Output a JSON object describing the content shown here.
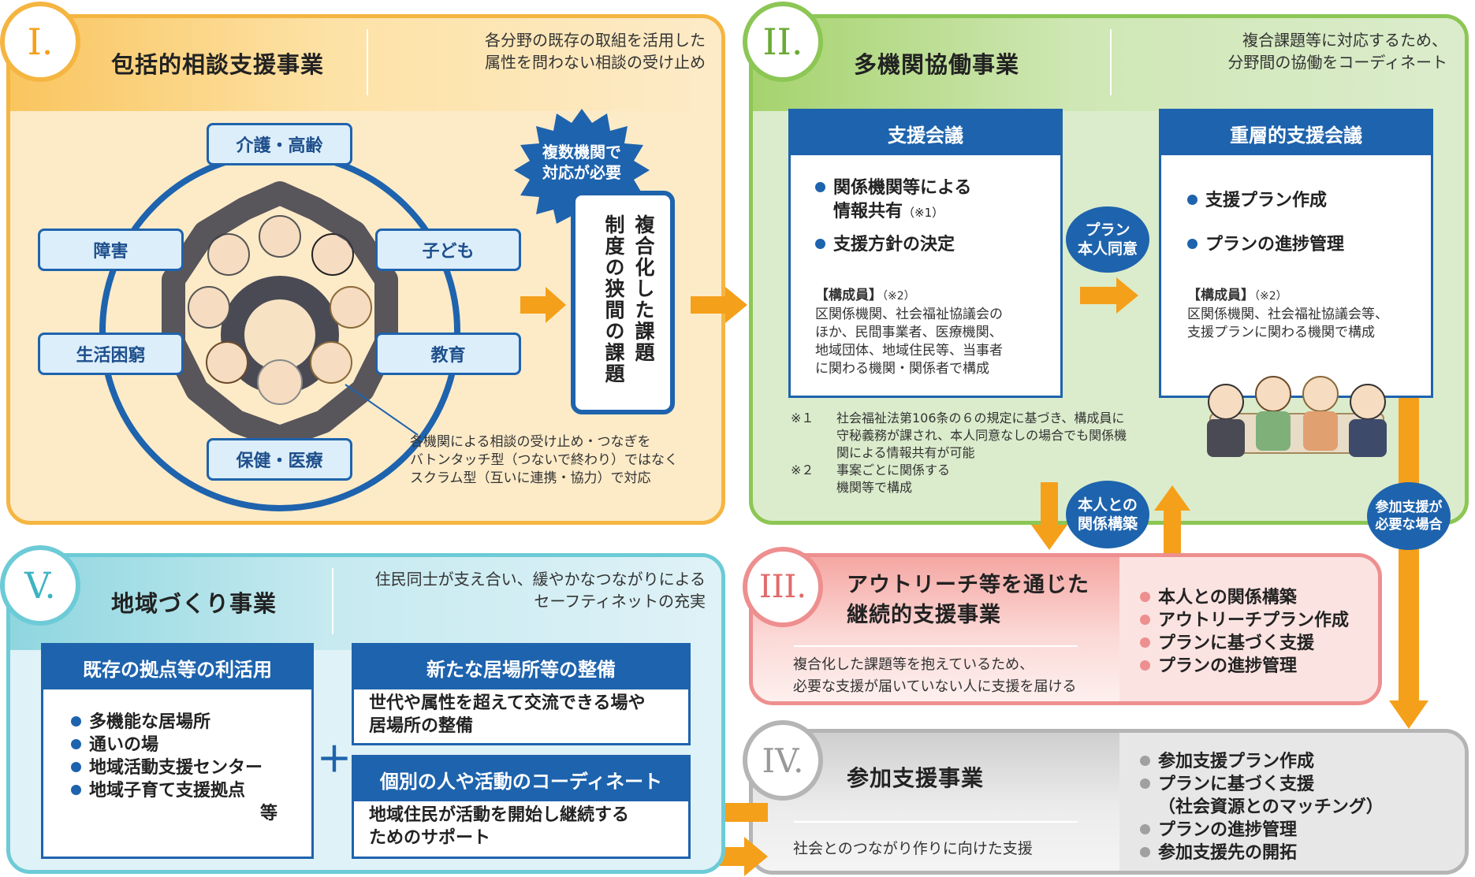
{
  "section1": {
    "num": "I.",
    "title": "包括的相談支援事業",
    "subtitle_line1": "各分野の既存の取組を活用した",
    "subtitle_line2": "属性を問わない相談の受け止め",
    "categories": [
      "介護・高齢",
      "子ども",
      "教育",
      "保健・医療",
      "生活困窮",
      "障害"
    ],
    "badge_line1": "複数機関で",
    "badge_line2": "対応が必要",
    "issue_col1": "複合化した課題",
    "issue_col2": "制度の狭間の課題",
    "note_line1": "各機関による相談の受け止め・つなぎを",
    "note_line2": "バトンタッチ型（つないで終わり）ではなく",
    "note_line3": "スクラム型（互いに連携・協力）で対応"
  },
  "section2": {
    "num": "II.",
    "title": "多機関協働事業",
    "subtitle_line1": "複合課題等に対応するため、",
    "subtitle_line2": "分野間の協働をコーディネート",
    "box1": {
      "header": "支援会議",
      "bullet1_line1": "関係機関等による",
      "bullet1_line2": "情報共有",
      "bullet1_note": "（※1）",
      "bullet2": "支援方針の決定",
      "members_label": "【構成員】",
      "members_note": "（※2）",
      "members_line1": "区関係機関、社会福祉協議会の",
      "members_line2": "ほか、民間事業者、医療機関、",
      "members_line3": "地域団体、地域住民等、当事者",
      "members_line4": "に関わる機関・関係者で構成"
    },
    "plan_circle_line1": "プラン",
    "plan_circle_line2": "本人同意",
    "box2": {
      "header": "重層的支援会議",
      "bullet1": "支援プラン作成",
      "bullet2": "プランの進捗管理",
      "members_label": "【構成員】",
      "members_note": "（※2）",
      "members_line1": "区関係機関、社会福祉協議会等、",
      "members_line2": "支援プランに関わる機関で構成"
    },
    "footnote1_mark": "※１",
    "footnote1_line1": "社会福祉法第106条の６の規定に基づき、構成員に",
    "footnote1_line2": "守秘義務が課され、本人同意なしの場合でも関係機",
    "footnote1_line3": "関による情報共有が可能",
    "footnote2_mark": "※２",
    "footnote2_line1": "事案ごとに関係する",
    "footnote2_line2": "機関等で構成"
  },
  "connector": {
    "relation_line1": "本人との",
    "relation_line2": "関係構築",
    "participation_line1": "参加支援が",
    "participation_line2": "必要な場合"
  },
  "section3": {
    "num": "III.",
    "title_line1": "アウトリーチ等を通じた",
    "title_line2": "継続的支援事業",
    "desc_line1": "複合化した課題等を抱えているため、",
    "desc_line2": "必要な支援が届いていない人に支援を届ける",
    "items": [
      "本人との関係構築",
      "アウトリーチプラン作成",
      "プランに基づく支援",
      "プランの進捗管理"
    ]
  },
  "section4": {
    "num": "IV.",
    "title": "参加支援事業",
    "desc": "社会とのつながり作りに向けた支援",
    "items": [
      "参加支援プラン作成",
      "プランに基づく支援",
      "（社会資源とのマッチング）",
      "プランの進捗管理",
      "参加支援先の開拓"
    ]
  },
  "section5": {
    "num": "V.",
    "title": "地域づくり事業",
    "subtitle_line1": "住民同士が支え合い、緩やかなつながりによる",
    "subtitle_line2": "セーフティネットの充実",
    "box1": {
      "header": "既存の拠点等の利活用",
      "items": [
        "多機能な居場所",
        "通いの場",
        "地域活動支援センター",
        "地域子育て支援拠点"
      ],
      "etc": "等"
    },
    "plus": "＋",
    "box2": {
      "header": "新たな居場所等の整備",
      "body_line1": "世代や属性を超えて交流できる場や",
      "body_line2": "居場所の整備"
    },
    "box3": {
      "header": "個別の人や活動のコーディネート",
      "body_line1": "地域住民が活動を開始し継続する",
      "body_line2": "ためのサポート"
    }
  },
  "colors": {
    "orange": "#f5a01a",
    "blue": "#1e63ad",
    "green": "#8cc654",
    "teal": "#6ccbd6",
    "pink": "#ee8f8f",
    "gray": "#b5b5b5"
  }
}
